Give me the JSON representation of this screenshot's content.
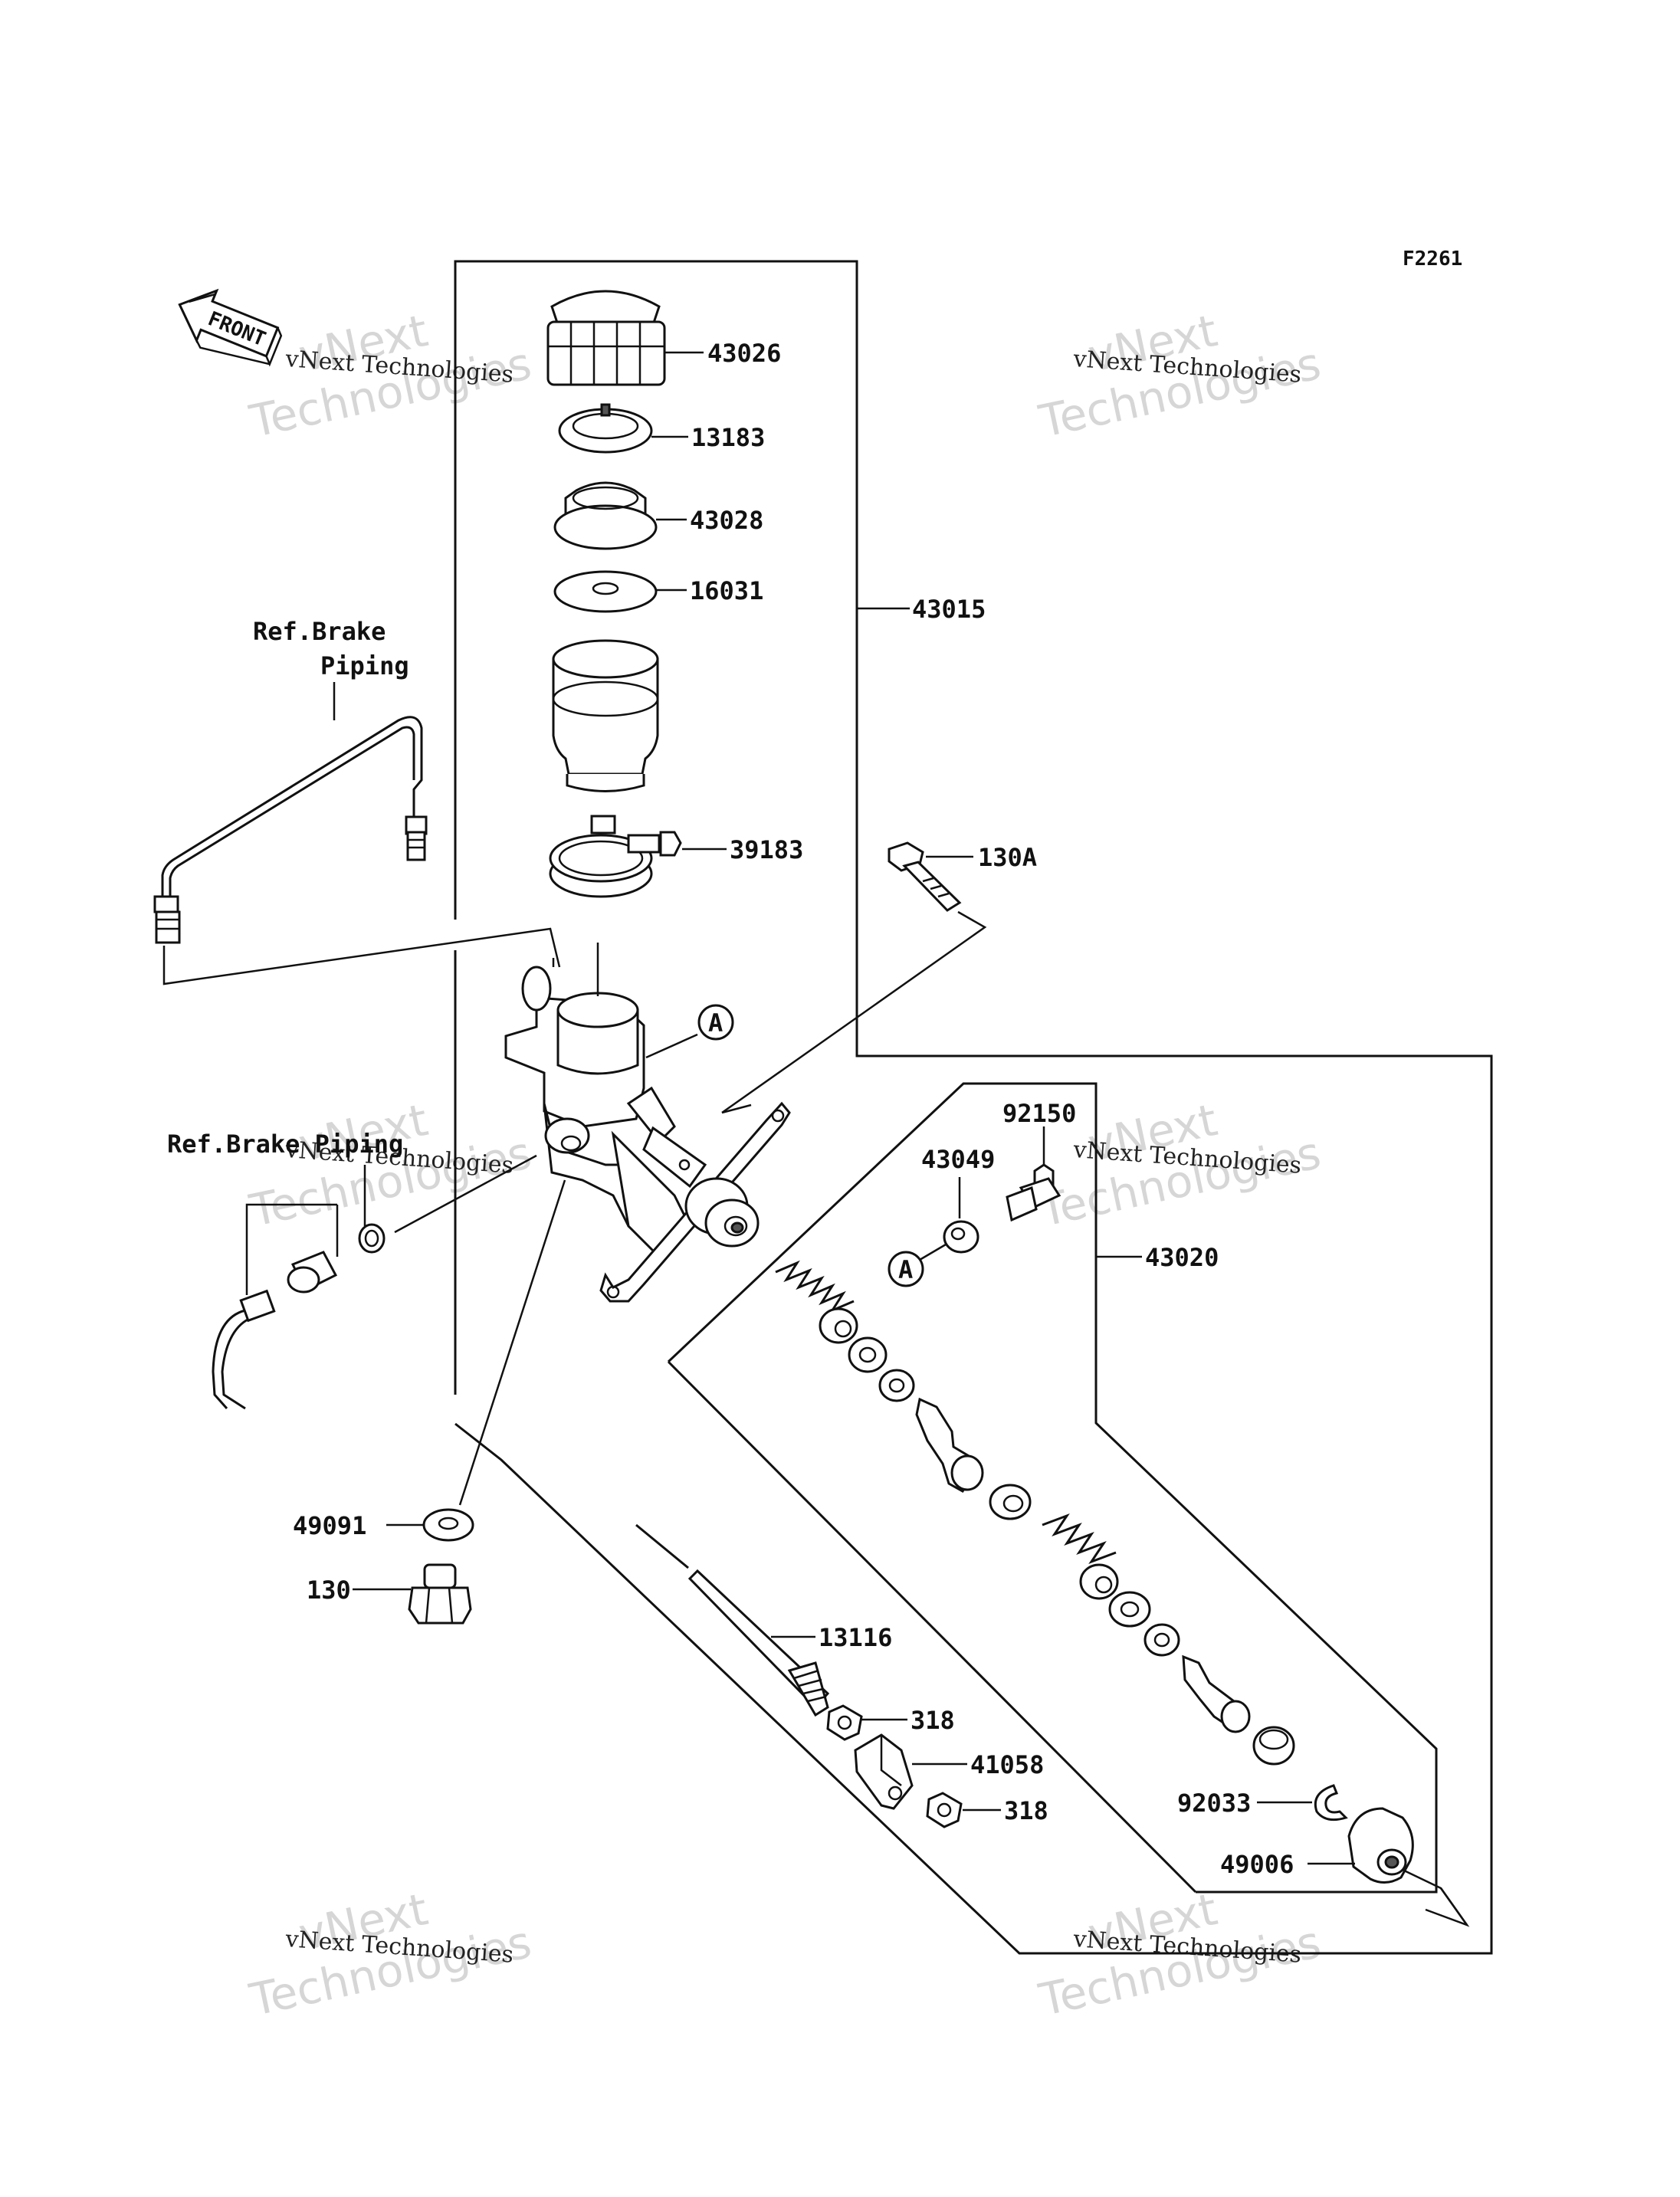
{
  "figure_code": "F2261",
  "front_label": "FRONT",
  "part_labels": {
    "p43026": "43026",
    "p13183": "13183",
    "p43028": "43028",
    "p16031": "16031",
    "p43015": "43015",
    "p39183": "39183",
    "p130A": "130A",
    "p92150": "92150",
    "p43049": "43049",
    "p43020": "43020",
    "p49091": "49091",
    "p130": "130",
    "p13116": "13116",
    "p318a": "318",
    "p41058": "41058",
    "p318b": "318",
    "p92033": "92033",
    "p49006": "49006"
  },
  "marker_a": "A",
  "references": {
    "brake_piping_top_line1": "Ref.Brake",
    "brake_piping_top_line2": "Piping",
    "brake_piping_left": "Ref.Brake Piping"
  },
  "watermark": {
    "small": "vNext Technologies",
    "big_line1": "vNext",
    "big_line2": "Technologies"
  }
}
